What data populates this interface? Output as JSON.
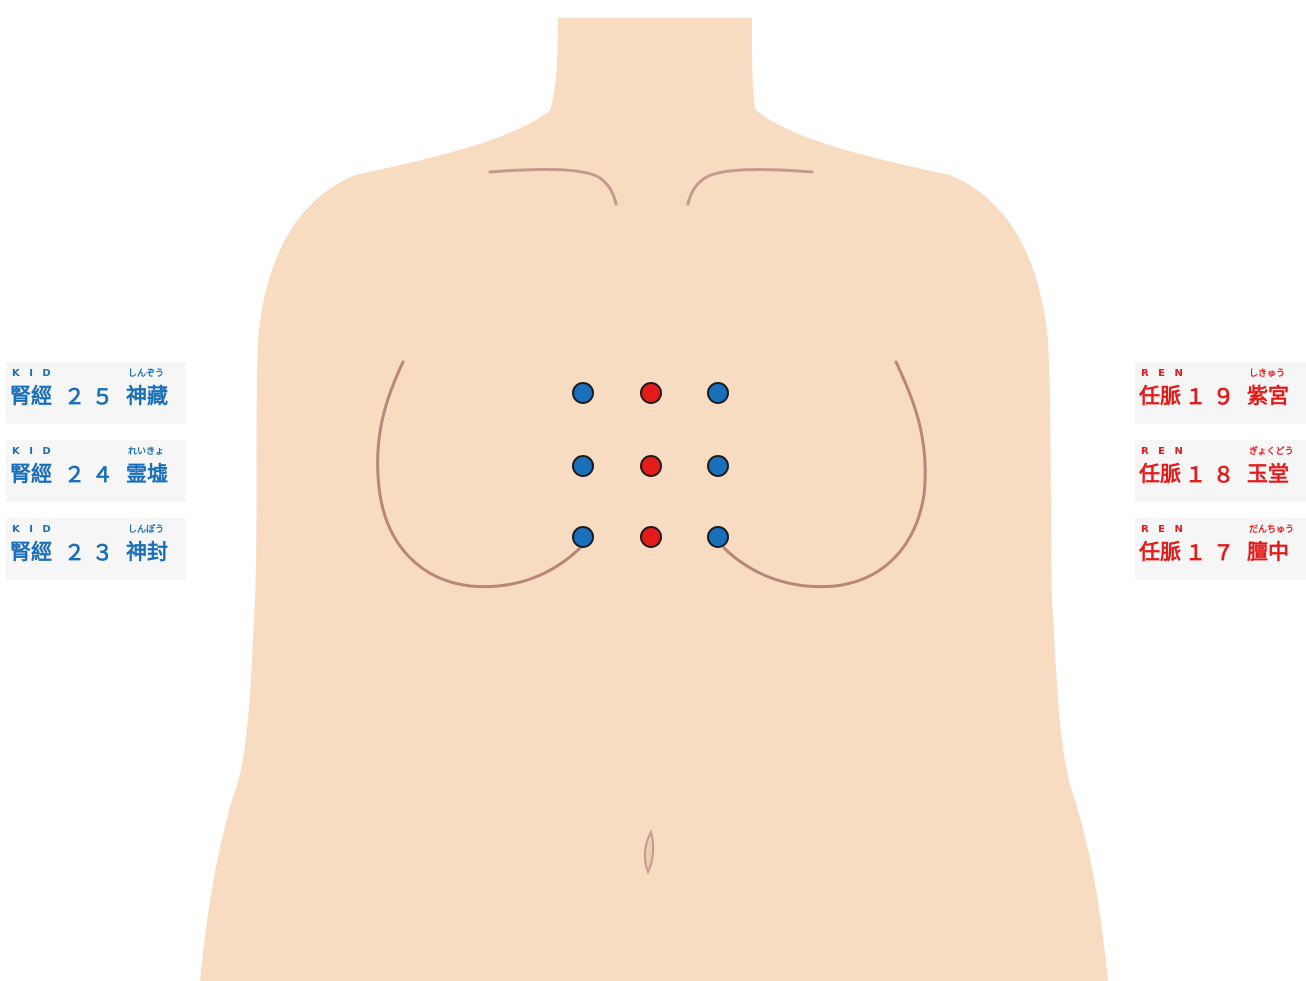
{
  "colors": {
    "kidney_blue": "#1a6fba",
    "ren_red": "#e31b1b",
    "skin": "#f7dcc2",
    "skin_line": "#b9877a"
  },
  "kidney_points": [
    {
      "code": "K I D",
      "meridian": "腎經",
      "number": "２５",
      "ruby": "しんぞう",
      "name": "神藏"
    },
    {
      "code": "K I D",
      "meridian": "腎經",
      "number": "２４",
      "ruby": "れいきょ",
      "name": "霊墟"
    },
    {
      "code": "K I D",
      "meridian": "腎經",
      "number": "２３",
      "ruby": "しんぽう",
      "name": "神封"
    }
  ],
  "ren_points": [
    {
      "code": "R E N",
      "meridian": "任脈",
      "number": "１９",
      "ruby": "しきゅう",
      "name": "紫宮"
    },
    {
      "code": "R E N",
      "meridian": "任脈",
      "number": "１８",
      "ruby": "ぎょくどう",
      "name": "玉堂"
    },
    {
      "code": "R E N",
      "meridian": "任脈",
      "number": "１７",
      "ruby": "だんちゅう",
      "name": "膻中"
    }
  ]
}
